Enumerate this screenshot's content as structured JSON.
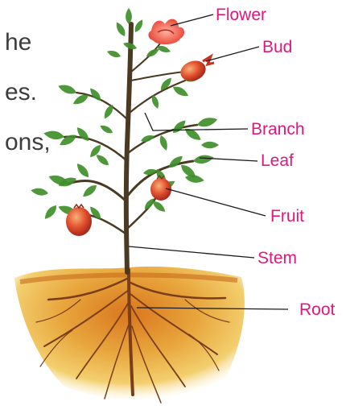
{
  "background_text": [
    "he",
    "es.",
    "ons,"
  ],
  "colors": {
    "label": "#e0177d",
    "leader_line": "#1a1a1a",
    "body_text": "#3d3d3d",
    "stem": "#4a3a22",
    "leaf": "#3f8f2a",
    "fruit": "#d8402a",
    "soil": "#e2a23a",
    "root": "#7a3e1a"
  },
  "labels": {
    "flower": "Flower",
    "bud": "Bud",
    "branch": "Branch",
    "leaf": "Leaf",
    "fruit": "Fruit",
    "stem": "Stem",
    "root": "Root"
  }
}
